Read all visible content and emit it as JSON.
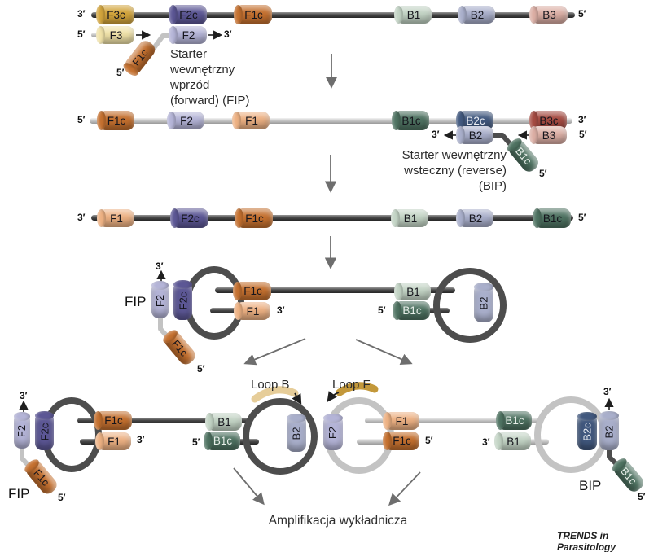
{
  "palette": {
    "gold": "#D2A43C",
    "gold_pale": "#F0E2A8",
    "purple": "#5C5795",
    "lavender": "#B4B4D7",
    "orange": "#C4702F",
    "orange_pale": "#EDB183",
    "green_pale": "#C3D4C5",
    "green": "#4E7261",
    "slate_pale": "#A9AFCB",
    "slate": "#41587E",
    "salmon": "#DCAFA5",
    "brick": "#A54B42",
    "strand_dark": "#4D4D4D",
    "strand_light": "#C3C3C3",
    "band_tan": "#E3C88E",
    "band_gold": "#C0922F",
    "ink": "#1F1F1F",
    "arrow_gray": "#6E6E6E"
  },
  "seq": {
    "f3": "F3",
    "f3c": "F3c",
    "f2": "F2",
    "f2c": "F2c",
    "f1": "F1",
    "f1c": "F1c",
    "b1": "B1",
    "b1c": "B1c",
    "b2": "B2",
    "b2c": "B2c",
    "b3": "B3",
    "b3c": "B3c"
  },
  "labels": {
    "prime3": "3′",
    "prime5": "5′",
    "fip": "FIP",
    "bip": "BIP",
    "loop_b": "Loop B",
    "loop_f": "Loop F",
    "fip_caption": [
      "Starter",
      "wewnętrzny",
      "wprzód",
      "(forward) (FIP)"
    ],
    "bip_caption": [
      "Starter wewnętrzny",
      "wsteczny (reverse)",
      "(BIP)"
    ],
    "amplification": "Amplifikacja wykładnicza",
    "journal": "TRENDS in Parasitology"
  }
}
